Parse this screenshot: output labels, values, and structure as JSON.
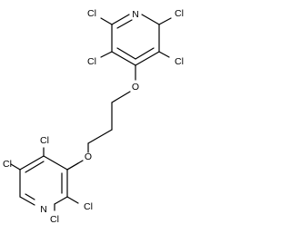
{
  "atoms": {
    "n_top": "N",
    "cl_top_left": "Cl",
    "cl_top_right": "Cl",
    "cl_mid_left": "Cl",
    "cl_mid_right": "Cl",
    "o_upper": "O",
    "o_lower": "O",
    "cl_low_upper": "Cl",
    "cl_low_left": "Cl",
    "cl_low_right": "Cl",
    "n_bottom": "N",
    "cl_bottom": "Cl"
  },
  "colors": {
    "bond": "#000000",
    "label": "#000000",
    "background": "#ffffff"
  }
}
